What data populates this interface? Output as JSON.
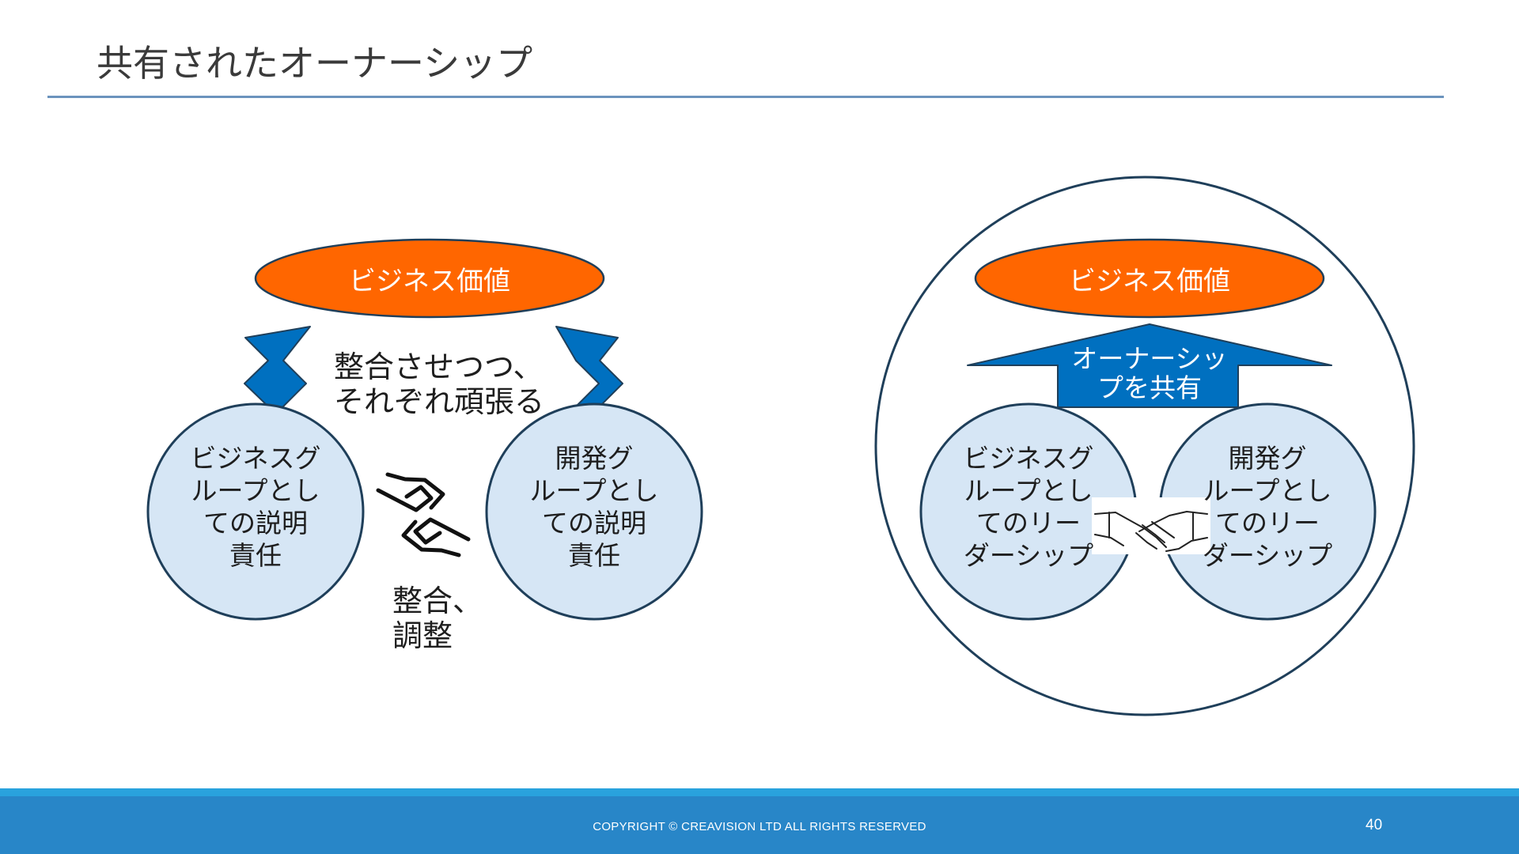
{
  "slide": {
    "title": "共有されたオーナーシップ",
    "page_number": "40",
    "copyright": "COPYRIGHT © CREAVISION LTD ALL RIGHTS RESERVED"
  },
  "left": {
    "value_label": "ビジネス価値",
    "caption_top": "整合させつつ、\nそれぞれ頑張る",
    "caption_bottom": "整合、\n調整",
    "business_circle": "ビジネスグ\nループとし\nての説明\n責任",
    "dev_circle": "開発グ\nループとし\nての説明\n責任"
  },
  "right": {
    "value_label": "ビジネス価値",
    "arrow_label": "オーナーシッ\nプを共有",
    "business_circle": "ビジネスグ\nループとし\nてのリー\nダーシップ",
    "dev_circle": "開発グ\nループとし\nてのリー\nダーシップ"
  },
  "colors": {
    "value_fill": "#ff6600",
    "arrow_fill": "#0070c0",
    "circle_fill": "#d6e6f5",
    "outline": "#1f3f5a"
  }
}
